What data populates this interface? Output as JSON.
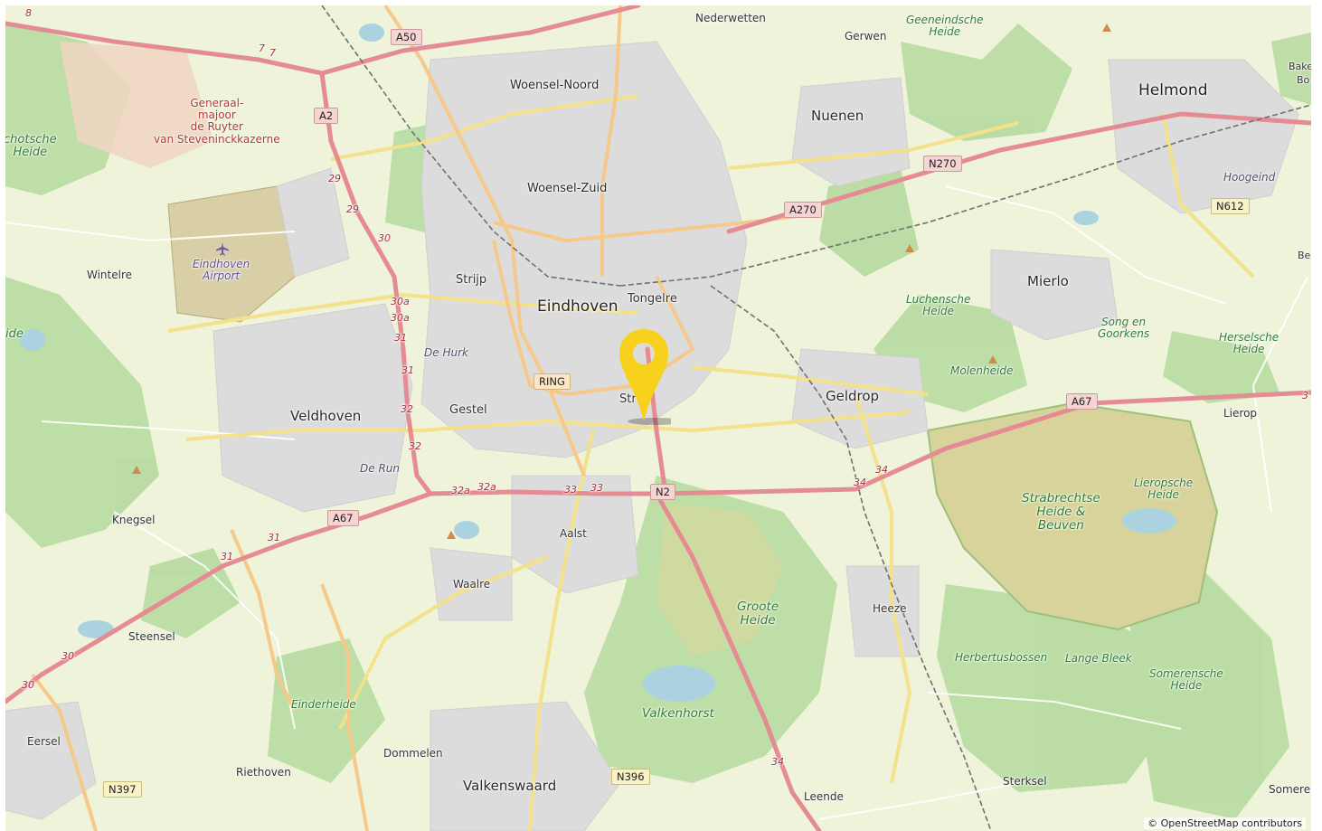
{
  "map": {
    "provider_icon": "copyright-icon",
    "attribution": "© OpenStreetMap contributors",
    "marker_color": "#f7d11b",
    "marker_icon": "map-pin-icon",
    "airport_icon": "airplane-icon",
    "peak_icon": "peak-triangle-icon"
  },
  "labels": {
    "cities": {
      "eindhoven": "Eindhoven",
      "helmond": "Helmond"
    },
    "towns": {
      "veldhoven": "Veldhoven",
      "geldrop": "Geldrop",
      "nuenen": "Nuenen",
      "mierlo": "Mierlo",
      "valkenswaard": "Valkenswaard",
      "woensel_noord": "Woensel-Noord",
      "woensel_zuid": "Woensel-Zuid"
    },
    "villages": {
      "nederwetten": "Nederwetten",
      "gerwen": "Gerwen",
      "strijp": "Strijp",
      "tongelre": "Tongelre",
      "stratum": "Stra",
      "gestel": "Gestel",
      "aalst": "Aalst",
      "waalre": "Waalre",
      "wintelre": "Wintelre",
      "knegsel": "Knegsel",
      "steensel": "Steensel",
      "eersel": "Eersel",
      "riethoven": "Riethoven",
      "dommelen": "Dommelen",
      "leende": "Leende",
      "heeze": "Heeze",
      "sterksel": "Sterksel",
      "lierop": "Lierop",
      "someren": "Somere",
      "bakel1": "Bake",
      "bakel2": "Bo",
      "beek": "Be"
    },
    "local": {
      "de_hurk": "De Hurk",
      "de_run": "De Run",
      "hoogeind": "Hoogeind"
    },
    "nature": {
      "geeneindsche_1": "Geeneindsche",
      "geeneindsche_2": "Heide",
      "schotsche_1": "chotsche",
      "schotsche_2": "Heide",
      "ide": "ide",
      "luchensche_1": "Luchensche",
      "luchensche_2": "Heide",
      "molenheide": "Molenheide",
      "song_1": "Song en",
      "song_2": "Goorkens",
      "herselsche_1": "Herselsche",
      "herselsche_2": "Heide",
      "strabrechtse_1": "Strabrechtse",
      "strabrechtse_2": "Heide &",
      "strabrechtse_3": "Beuven",
      "lieropsche_1": "Lieropsche",
      "lieropsche_2": "Heide",
      "groote_1": "Groote",
      "groote_2": "Heide",
      "herbertusbossen": "Herbertusbossen",
      "lange_bleek": "Lange Bleek",
      "somerensche_1": "Somerensche",
      "somerensche_2": "Heide",
      "einderheide": "Einderheide",
      "valkenhorst": "Valkenhorst"
    },
    "military": {
      "l1": "Generaal-",
      "l2": "majoor",
      "l3": "de Ruyter",
      "l4": "van Steveninckkazerne"
    },
    "airport": {
      "l1": "Eindhoven",
      "l2": "Airport"
    }
  },
  "roads": {
    "a50": "A50",
    "a2": "A2",
    "a67_w": "A67",
    "a67_e": "A67",
    "a270": "A270",
    "n270": "N270",
    "n612": "N612",
    "n2": "N2",
    "n396": "N396",
    "n397": "N397",
    "ring": "RING"
  },
  "exits": {
    "e7a": "7",
    "e7b": "7",
    "e8": "8",
    "e29a": "29",
    "e29b": "29",
    "e30": "30",
    "e30a1": "30a",
    "e30a2": "30a",
    "e31a": "31",
    "e31b": "31",
    "e32a": "32",
    "e32b": "32",
    "e32a_w": "32a",
    "e32a_e": "32a",
    "e33a": "33",
    "e33b": "33",
    "e34a": "34",
    "e34b": "34",
    "e34c": "34",
    "e3": "3",
    "e31c": "31",
    "e31d": "31",
    "e30w1": "30",
    "e30w2": "30"
  }
}
